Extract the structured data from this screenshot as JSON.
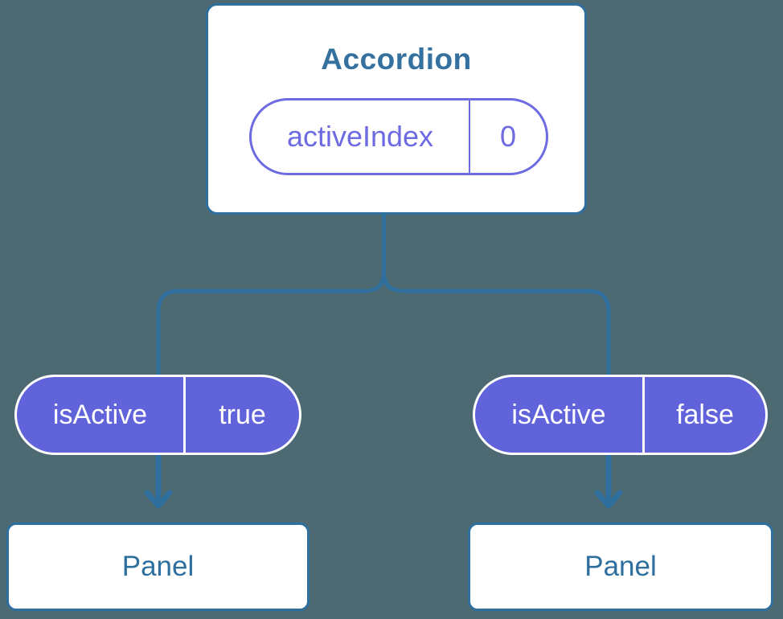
{
  "colors": {
    "bg": "#4d6972",
    "line": "#2e6f9e",
    "box-bg": "#ffffff",
    "box-border": "#2e6f9e",
    "title-text": "#35719f",
    "panel-text": "#2e6f9e",
    "pill-outline": "#6d6ae2",
    "pill-fill": "#6163da",
    "pill-fill-text": "#ffffff"
  },
  "root": {
    "title": "Accordion",
    "state": {
      "name": "activeIndex",
      "value": "0"
    }
  },
  "children": [
    {
      "prop": {
        "name": "isActive",
        "value": "true"
      },
      "label": "Panel"
    },
    {
      "prop": {
        "name": "isActive",
        "value": "false"
      },
      "label": "Panel"
    }
  ]
}
